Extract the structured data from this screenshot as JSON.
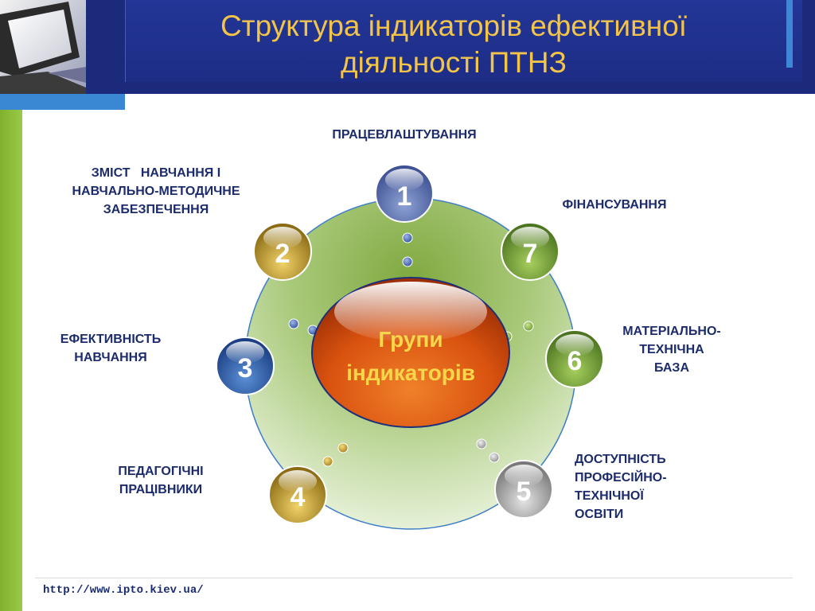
{
  "slide": {
    "title_line1": "Структура індикаторів ефективної",
    "title_line2": "діяльності ПТНЗ",
    "footer_url": "http://www.ipto.kiev.ua/"
  },
  "center": {
    "line1": "Групи",
    "line2": "індикаторів"
  },
  "nodes": [
    {
      "number": "1",
      "label_lines": [
        "ПРАЦЕВЛАШТУВАННЯ"
      ]
    },
    {
      "number": "2",
      "label_lines": [
        "ЗМІСТ   НАВЧАННЯ І",
        "НАВЧАЛЬНО-МЕТОДИЧНЕ",
        "ЗАБЕЗПЕЧЕННЯ"
      ]
    },
    {
      "number": "3",
      "label_lines": [
        "ЕФЕКТИВНІСТЬ",
        "НАВЧАННЯ"
      ]
    },
    {
      "number": "4",
      "label_lines": [
        "ПЕДАГОГІЧНІ",
        "ПРАЦІВНИКИ"
      ]
    },
    {
      "number": "5",
      "label_lines": [
        "ДОСТУПНІСТЬ",
        "ПРОФЕСІЙНО-",
        "ТЕХНІЧНОЇ",
        "ОСВІТИ"
      ]
    },
    {
      "number": "6",
      "label_lines": [
        "МАТЕРІАЛЬНО-",
        "ТЕХНІЧНА",
        "БАЗА"
      ]
    },
    {
      "number": "7",
      "label_lines": [
        "ФІНАНСУВАННЯ"
      ]
    }
  ],
  "colors": {
    "title": "#f2c44a",
    "header": "#1b2a7a",
    "accent_blue": "#3a88d4",
    "accent_green": "#8cbe3a",
    "label_text": "#1c2b6b",
    "center_orange": "#d9520f",
    "center_text": "#f6d64a",
    "node_blue_slate": "#5f74b3",
    "node_gold": "#b9952a",
    "node_blue": "#2d5fa8",
    "node_silver": "#9a9a9a",
    "node_green": "#6e9a34"
  }
}
